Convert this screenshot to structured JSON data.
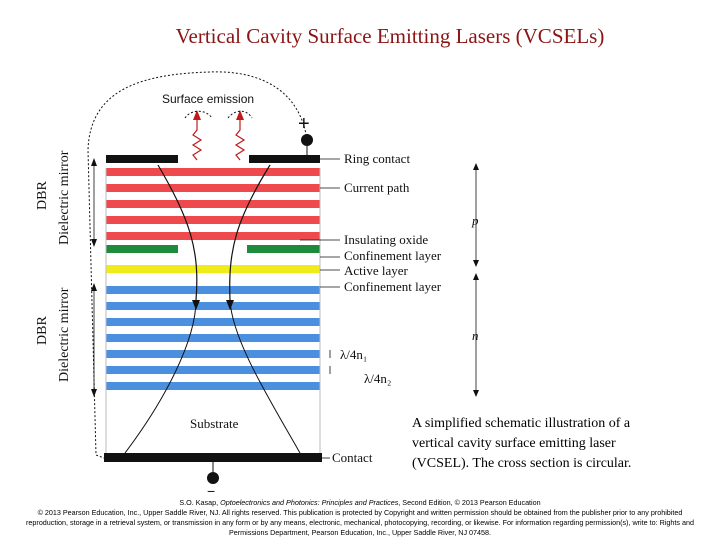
{
  "title": "Vertical Cavity Surface Emitting Lasers (VCSELs)",
  "diagram": {
    "surface_emission": "Surface emission",
    "plus_sign": "+",
    "minus_sign": "−",
    "labels": {
      "ring_contact": "Ring contact",
      "current_path": "Current path",
      "insulating_oxide": "Insulating oxide",
      "confinement_top": "Confinement layer",
      "active_layer": "Active layer",
      "confinement_bottom": "Confinement layer",
      "lambda_n1": "λ/4n₁",
      "lambda_n2": "λ/4n₂",
      "substrate": "Substrate",
      "contact": "Contact",
      "p": "p",
      "n": "n"
    },
    "side_labels": {
      "top_dbr": "DBR",
      "top_mirror": "Dielectric mirror",
      "bottom_dbr": "DBR",
      "bottom_mirror": "Dielectric mirror"
    },
    "colors": {
      "top_mirror": "#ee4a4e",
      "bottom_mirror": "#4a90de",
      "active": "#f0ec1a",
      "oxide": "#1e8a3c",
      "contact": "#111111"
    }
  },
  "caption": "A simplified schematic illustration of a vertical cavity surface emitting laser (VCSEL). The cross section is circular.",
  "credit": {
    "author": "S.O. Kasap,",
    "book": "Optoelectronics and Photonics: Principles and Practices",
    "line1_rest": ", Second Edition, © 2013 Pearson Education",
    "line2": "© 2013 Pearson Education, Inc., Upper Saddle River, NJ. All rights reserved. This publication is protected by Copyright and written permission should be obtained from the publisher prior to any prohibited reproduction, storage in a retrieval system, or transmission in any form or by any means, electronic, mechanical, photocopying, recording, or likewise. For information regarding permission(s), write to: Rights and Permissions Department, Pearson Education, Inc., Upper Saddle River, NJ 07458."
  }
}
